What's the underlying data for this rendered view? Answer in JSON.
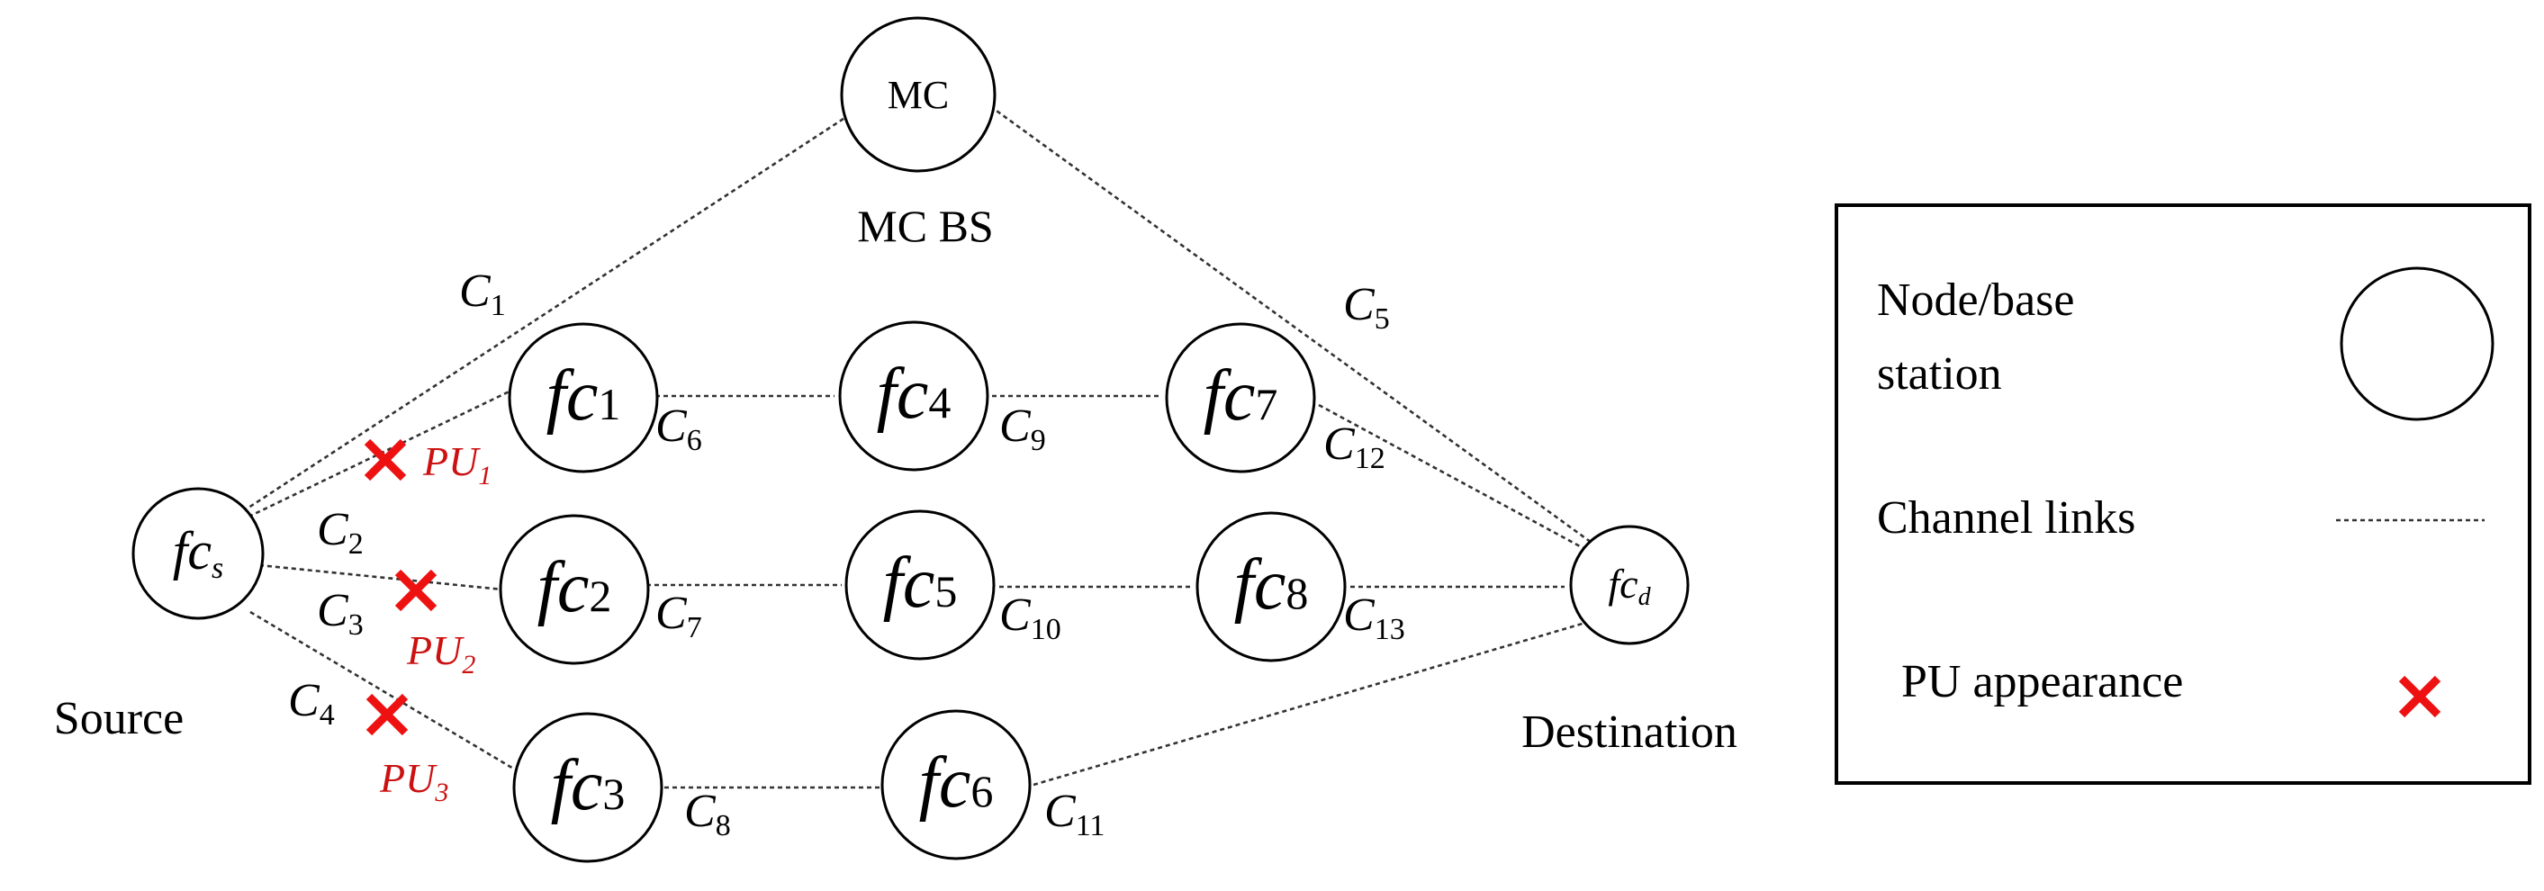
{
  "nodes": {
    "mc": {
      "label": "MC",
      "caption": "MC BS"
    },
    "source": {
      "base": "fc",
      "sub": "s",
      "caption": "Source"
    },
    "destination": {
      "base": "fc",
      "sub": "d",
      "caption": "Destination"
    },
    "fc1": {
      "base": "fc",
      "sub": "1"
    },
    "fc2": {
      "base": "fc",
      "sub": "2"
    },
    "fc3": {
      "base": "fc",
      "sub": "3"
    },
    "fc4": {
      "base": "fc",
      "sub": "4"
    },
    "fc5": {
      "base": "fc",
      "sub": "5"
    },
    "fc6": {
      "base": "fc",
      "sub": "6"
    },
    "fc7": {
      "base": "fc",
      "sub": "7"
    },
    "fc8": {
      "base": "fc",
      "sub": "8"
    }
  },
  "channels": {
    "c1": {
      "base": "C",
      "sub": "1"
    },
    "c2": {
      "base": "C",
      "sub": "2"
    },
    "c3": {
      "base": "C",
      "sub": "3"
    },
    "c4": {
      "base": "C",
      "sub": "4"
    },
    "c5": {
      "base": "C",
      "sub": "5"
    },
    "c6": {
      "base": "C",
      "sub": "6"
    },
    "c7": {
      "base": "C",
      "sub": "7"
    },
    "c8": {
      "base": "C",
      "sub": "8"
    },
    "c9": {
      "base": "C",
      "sub": "9"
    },
    "c10": {
      "base": "C",
      "sub": "10"
    },
    "c11": {
      "base": "C",
      "sub": "11"
    },
    "c12": {
      "base": "C",
      "sub": "12"
    },
    "c13": {
      "base": "C",
      "sub": "13"
    }
  },
  "primary_users": {
    "pu1": {
      "base": "PU",
      "sub": "1"
    },
    "pu2": {
      "base": "PU",
      "sub": "2"
    },
    "pu3": {
      "base": "PU",
      "sub": "3"
    }
  },
  "legend": {
    "node_line1": "Node/base",
    "node_line2": "station",
    "channel": "Channel links",
    "pu": "PU appearance"
  },
  "colors": {
    "pu_mark": "#ee1111",
    "pu_label": "#cc1111",
    "stroke": "#000000"
  }
}
